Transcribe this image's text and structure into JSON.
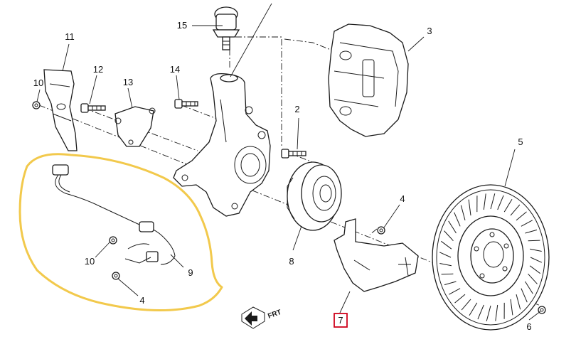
{
  "diagram": {
    "callouts": {
      "n1": "2",
      "n2": "3",
      "n3": "4",
      "n4": "4",
      "n5": "4",
      "n6": "5",
      "n7": "6",
      "n8": "7",
      "n9": "8",
      "n10": "9",
      "n11": "10",
      "n12": "10",
      "n13": "11",
      "n14": "12",
      "n15": "13",
      "n16": "14",
      "n17": "15"
    },
    "frt_label": "FRT",
    "colors": {
      "highlight": "#f2c94c",
      "callout_box": "#d0021b",
      "line": "#1a1a1a",
      "background": "#ffffff"
    }
  }
}
